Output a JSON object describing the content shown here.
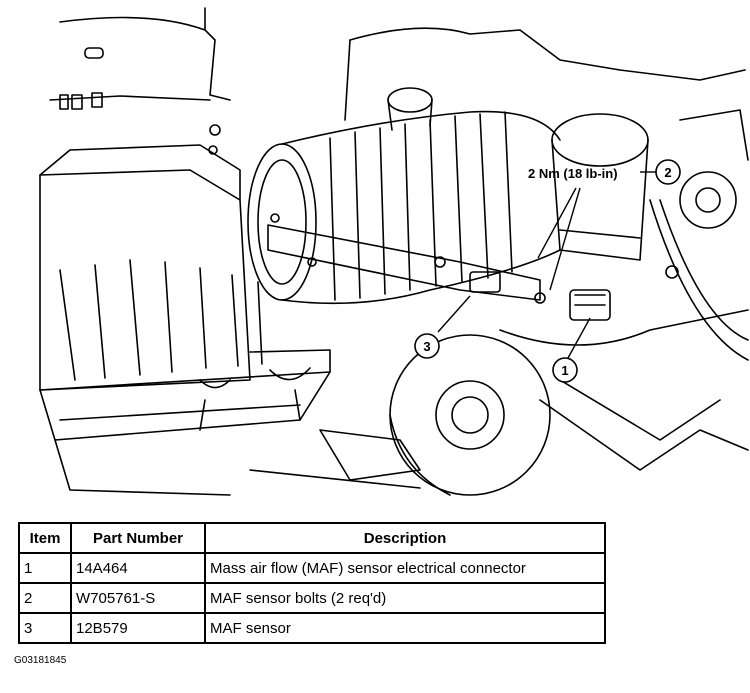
{
  "illustration": {
    "torque_label": "2 Nm (18 lb-in)",
    "callouts": [
      "1",
      "2",
      "3"
    ]
  },
  "table": {
    "headers": [
      "Item",
      "Part Number",
      "Description"
    ],
    "rows": [
      [
        "1",
        "14A464",
        "Mass air flow (MAF) sensor electrical connector"
      ],
      [
        "2",
        "W705761-S",
        "MAF sensor bolts (2 req'd)"
      ],
      [
        "3",
        "12B579",
        "MAF sensor"
      ]
    ]
  },
  "figure_id": "G03181845"
}
